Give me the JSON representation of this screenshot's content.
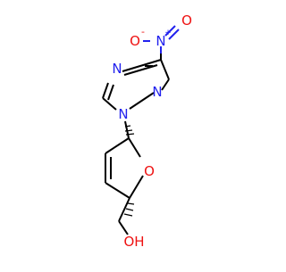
{
  "molecule": {
    "colors": {
      "bond": "#000000",
      "nitrogen": "#2222ee",
      "oxygen": "#ee1111",
      "background": "#ffffff"
    },
    "atom_labels": {
      "nitro_n": "N",
      "nitro_n_charge": "+",
      "nitro_o_left": "O",
      "nitro_o_left_charge": "-",
      "nitro_o_right": "O",
      "triazole_n4": "N",
      "triazole_n2": "N",
      "triazole_n1": "N",
      "ring_oxygen": "O",
      "hydroxyl": "OH"
    }
  }
}
